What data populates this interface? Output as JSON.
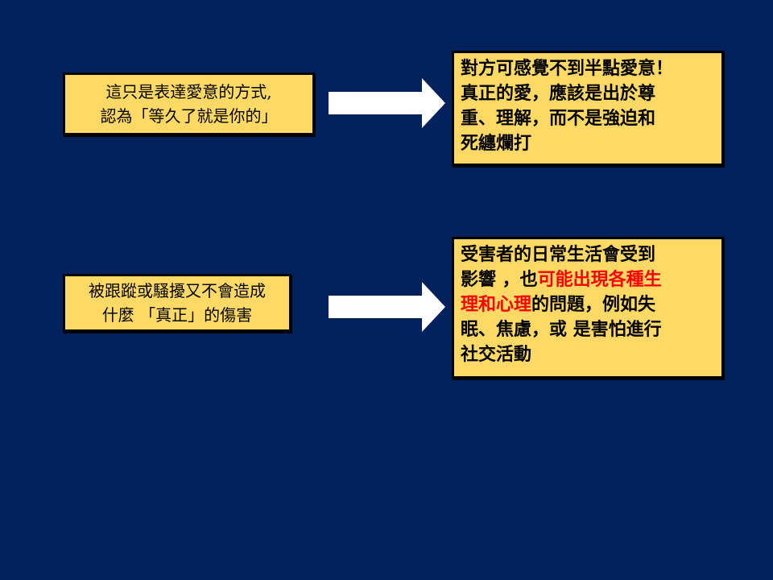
{
  "rows": [
    {
      "source_lines": [
        "這只是表達愛意的方式,",
        "認為「等久了就是你的」"
      ],
      "result_lines": [
        "對方可感覺不到半點愛意！",
        "真正的愛，應該是出於尊",
        "重、理解，而不是強迫和",
        "死纏爛打"
      ]
    },
    {
      "source_lines": [
        "被跟蹤或騷擾又不會造成",
        "什麼 「真正」的傷害"
      ],
      "result": {
        "line1": "受害者的日常生活會受到",
        "line2_plain": "影響 ，也",
        "line2_red": "可能出現各種生",
        "line3_red": "理和心理",
        "line3_plain": "的問題，例如失",
        "line4": "眠、焦慮，或 是害怕進行",
        "line5": "社交活動"
      }
    }
  ],
  "colors": {
    "background": "#00215c",
    "box_fill": "#ffd966",
    "highlight": "#ff0000",
    "arrow": "#ffffff"
  }
}
